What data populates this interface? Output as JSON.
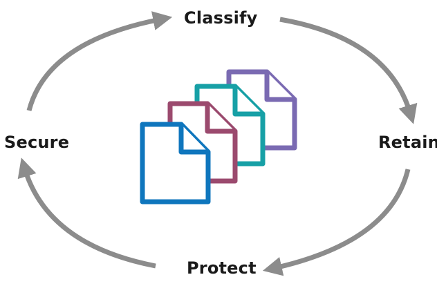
{
  "cycle": {
    "steps": [
      {
        "label": "Classify"
      },
      {
        "label": "Retain"
      },
      {
        "label": "Protect"
      },
      {
        "label": "Secure"
      }
    ],
    "arrow_color": "#8c8c8c"
  },
  "documents": {
    "icon": "document-stack-icon",
    "colors": [
      "#7a6ab2",
      "#17a0a6",
      "#9b4a6e",
      "#0f76bd"
    ]
  }
}
